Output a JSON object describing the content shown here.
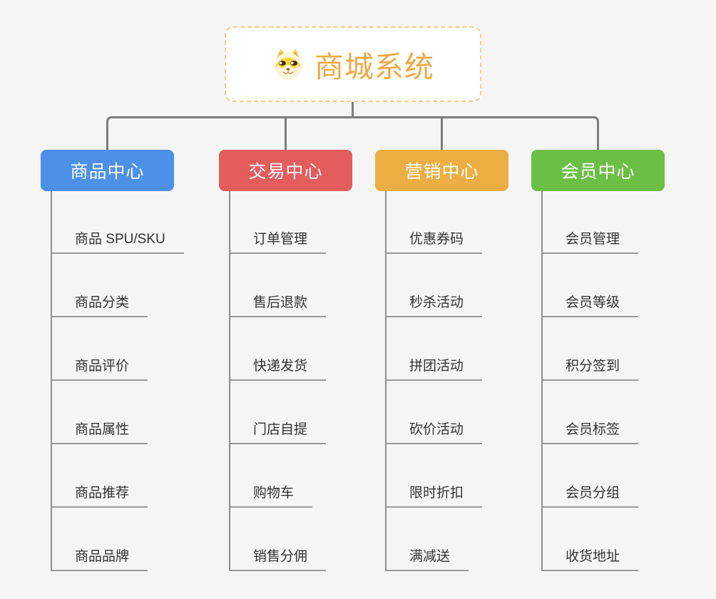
{
  "diagram": {
    "type": "mindmap-org-chart",
    "background_color": "#f5f5f6",
    "connector_color": "#7c7c7c",
    "leaf_line_color": "#9a9a9a"
  },
  "root": {
    "title": "商城系统",
    "icon": "dog-face-icon",
    "text_color": "#f0a843",
    "border_color": "#f6cc85"
  },
  "branches": [
    {
      "label": "商品中心",
      "color": "#4d90e8",
      "items": [
        "商品 SPU/SKU",
        "商品分类",
        "商品评价",
        "商品属性",
        "商品推荐",
        "商品品牌"
      ]
    },
    {
      "label": "交易中心",
      "color": "#e45c5c",
      "items": [
        "订单管理",
        "售后退款",
        "快递发货",
        "门店自提",
        "购物车",
        "销售分佣"
      ]
    },
    {
      "label": "营销中心",
      "color": "#ecae42",
      "items": [
        "优惠券码",
        "秒杀活动",
        "拼团活动",
        "砍价活动",
        "限时折扣",
        "满减送"
      ]
    },
    {
      "label": "会员中心",
      "color": "#6cbf45",
      "items": [
        "会员管理",
        "会员等级",
        "积分签到",
        "会员标签",
        "会员分组",
        "收货地址"
      ]
    }
  ]
}
